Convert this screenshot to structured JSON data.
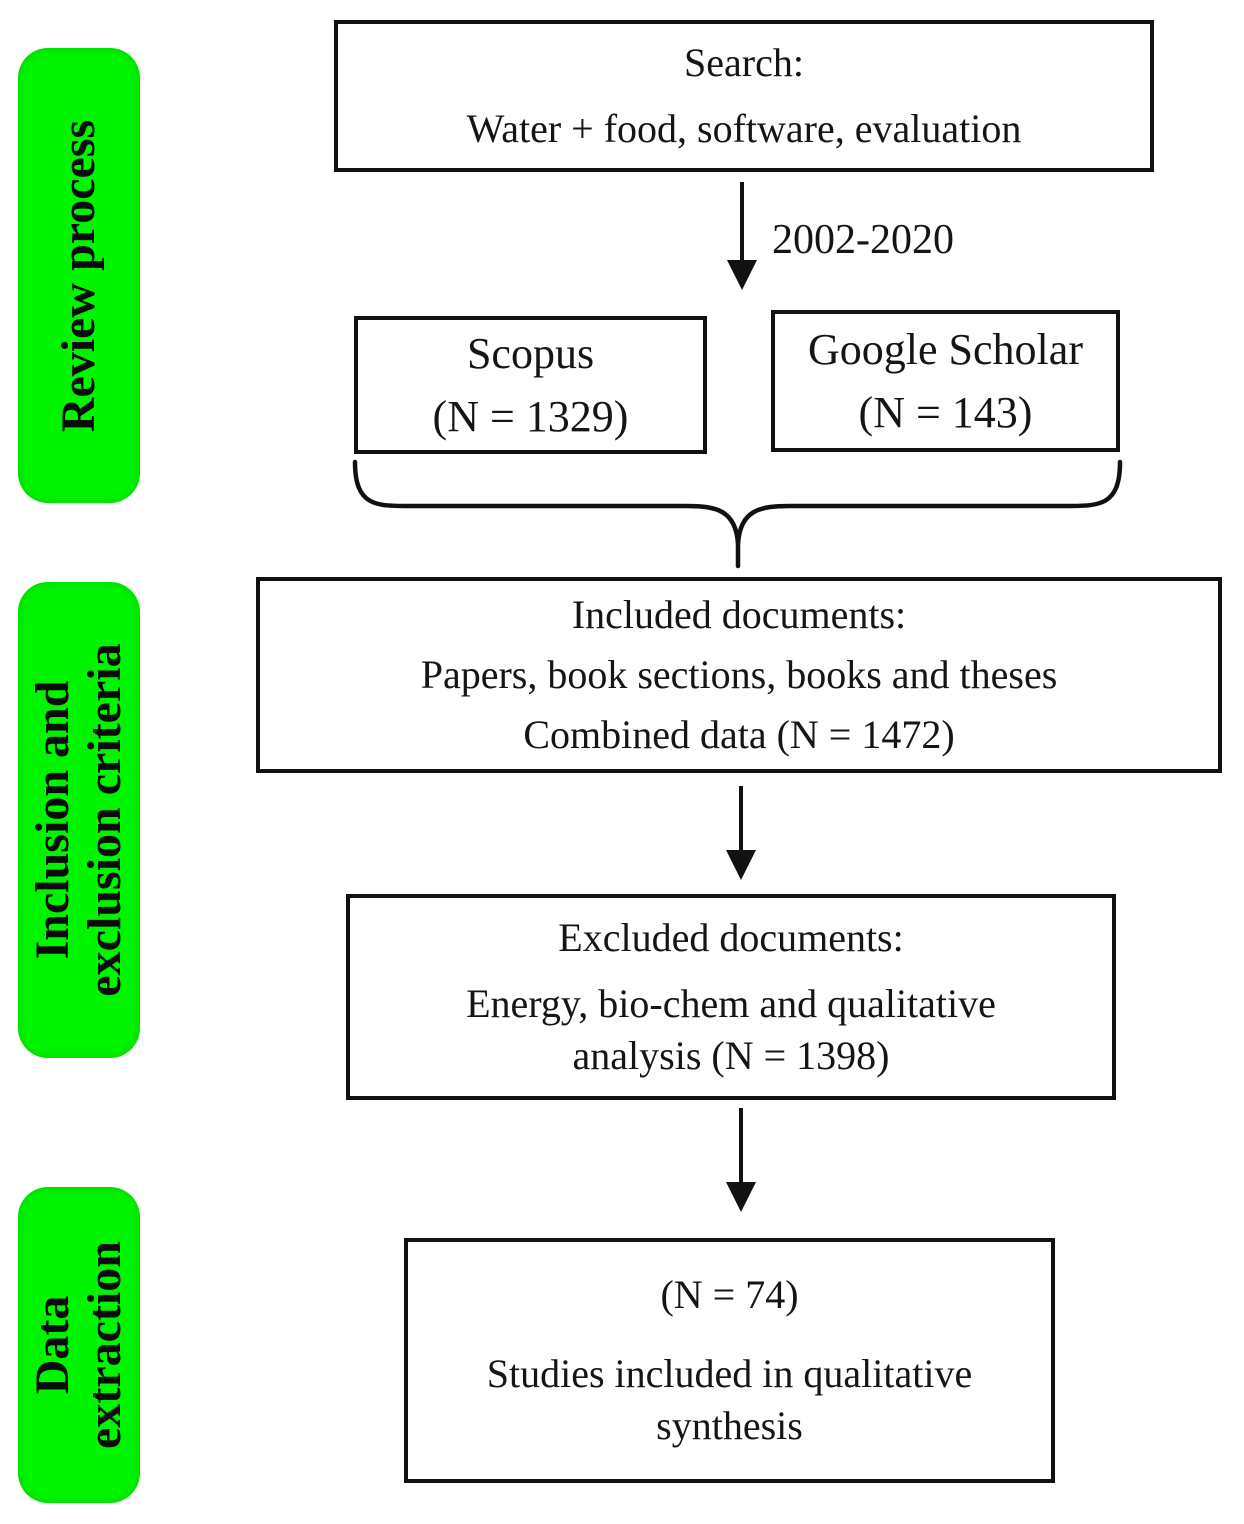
{
  "figure": {
    "background": "#ffffff",
    "border_color": "#111111",
    "text_color": "#151515",
    "stage_label_green": "#00f400"
  },
  "sidebar": {
    "labels": [
      {
        "lines": [
          "Review process"
        ]
      },
      {
        "lines": [
          "Inclusion and",
          "exclusion criteria"
        ]
      },
      {
        "lines": [
          "Data",
          "extraction"
        ]
      }
    ]
  },
  "flow": {
    "search": {
      "title": "Search:",
      "query": "Water + food, software, evaluation"
    },
    "arrow_year_label": "2002-2020",
    "scopus": {
      "name": "Scopus",
      "count": "(N = 1329)"
    },
    "google_scholar": {
      "name": "Google Scholar",
      "count": "(N = 143)"
    },
    "included": {
      "line1": "Included documents:",
      "line2": "Papers, book sections, books and theses",
      "line3": "Combined data (N = 1472)"
    },
    "excluded": {
      "line1": "Excluded documents:",
      "line2": "Energy, bio-chem and qualitative",
      "line3": "analysis (N = 1398)"
    },
    "final": {
      "line1": "(N = 74)",
      "line2": "Studies included in qualitative",
      "line3": "synthesis"
    }
  }
}
